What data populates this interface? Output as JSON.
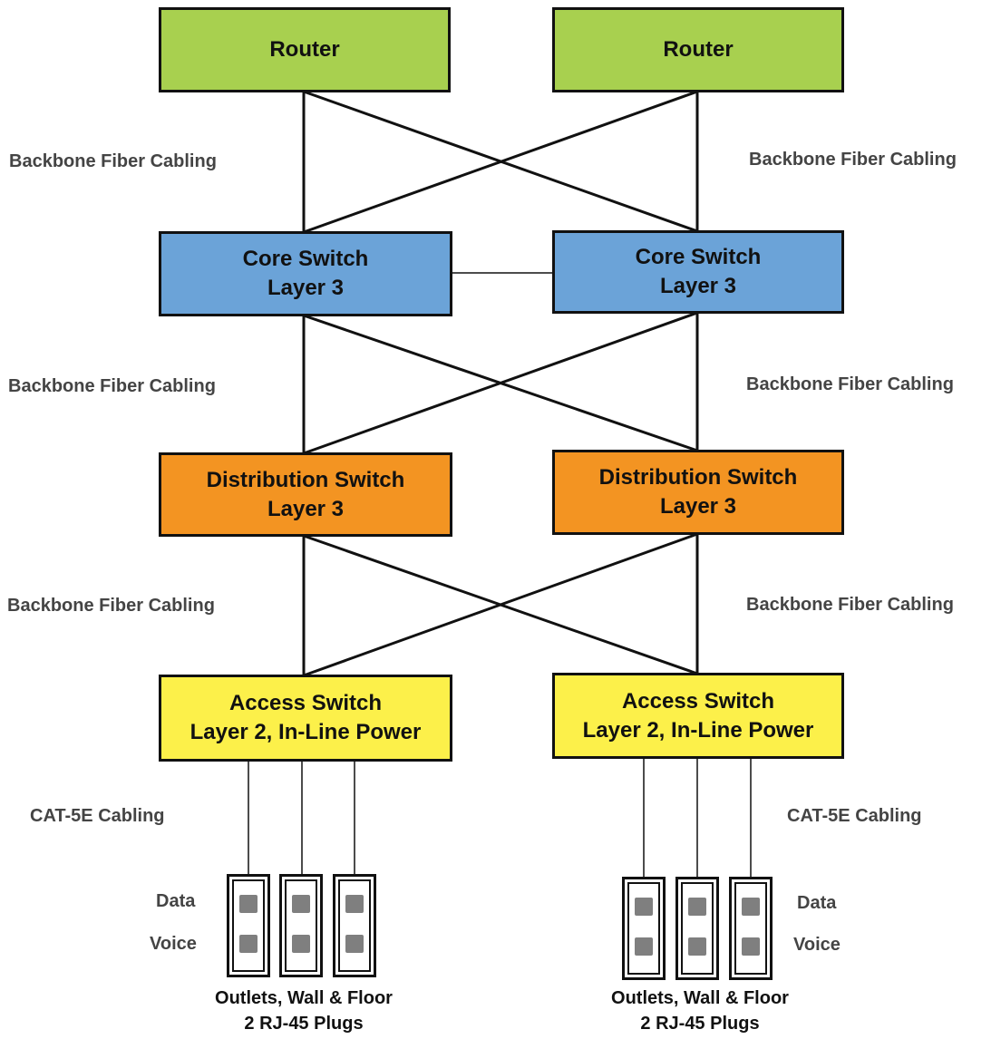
{
  "devices": {
    "router_left": "Router",
    "router_right": "Router",
    "core_left": [
      "Core Switch",
      "Layer 3"
    ],
    "core_right": [
      "Core Switch",
      "Layer 3"
    ],
    "dist_left": [
      "Distribution Switch",
      "Layer 3"
    ],
    "dist_right": [
      "Distribution Switch",
      "Layer 3"
    ],
    "access_left": [
      "Access Switch",
      "Layer 2, In-Line Power"
    ],
    "access_right": [
      "Access Switch",
      "Layer 2, In-Line Power"
    ]
  },
  "links": {
    "backbone": "Backbone Fiber Cabling",
    "cat5e": "CAT-5E Cabling"
  },
  "outlets": {
    "data_label": "Data",
    "voice_label": "Voice",
    "caption_line1": "Outlets, Wall & Floor",
    "caption_line2": "2 RJ-45 Plugs"
  },
  "colors": {
    "router": "#a8d04f",
    "core": "#6ba3d8",
    "distribution": "#f39422",
    "access": "#fcf04a",
    "jack": "#7f7f7f"
  }
}
